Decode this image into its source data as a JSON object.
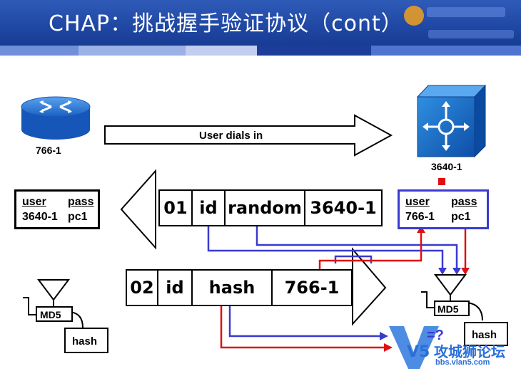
{
  "title": "CHAP：挑战握手验证协议（cont）",
  "colors": {
    "header": "#1f47a3",
    "flow_blue": "#3a3ad0",
    "flow_red": "#e01010",
    "router_blue": "#1e6fd0"
  },
  "router": {
    "icon": "router-icon",
    "label": "766-1"
  },
  "server": {
    "icon": "access-server-icon",
    "label": "3640-1"
  },
  "dial_arrow": {
    "label": "User dials in"
  },
  "challenge_packet": {
    "code": "01",
    "id": "id",
    "random": "random",
    "name": "3640-1"
  },
  "response_packet": {
    "code": "02",
    "id": "id",
    "hash": "hash",
    "name": "766-1"
  },
  "left_table": {
    "h_user": "user",
    "h_pass": "pass",
    "user": "3640-1",
    "pass": "pc1"
  },
  "right_table": {
    "h_user": "user",
    "h_pass": "pass",
    "user": "766-1",
    "pass": "pc1"
  },
  "left_md5": {
    "label": "MD5",
    "output": "hash"
  },
  "right_md5": {
    "label": "MD5",
    "output": "hash"
  },
  "compare": "=?",
  "watermark": {
    "brand": "攻城狮论坛",
    "url": "bbs.vlan5.com",
    "mark": "V5"
  }
}
